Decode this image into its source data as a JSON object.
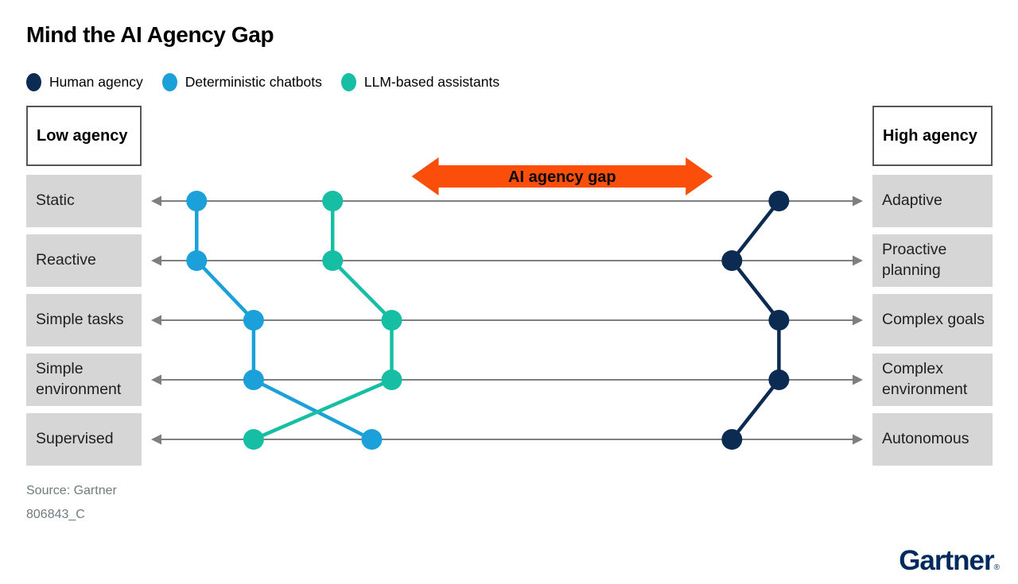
{
  "title": "Mind the AI Agency Gap",
  "headers": {
    "left": "Low agency",
    "right": "High agency"
  },
  "legend": {
    "items": [
      {
        "label": "Human agency",
        "color": "#0B2B52"
      },
      {
        "label": "Deterministic chatbots",
        "color": "#1BA0DA"
      },
      {
        "label": "LLM-based assistants",
        "color": "#16BFA4"
      }
    ]
  },
  "rows": [
    {
      "left": "Static",
      "right": "Adaptive"
    },
    {
      "left": "Reactive",
      "right": "Proactive planning"
    },
    {
      "left": "Simple tasks",
      "right": "Complex goals"
    },
    {
      "left": "Simple environment",
      "right": "Complex environment"
    },
    {
      "left": "Supervised",
      "right": "Autonomous"
    }
  ],
  "colors": {
    "axis": "#7F7F7F",
    "label_box": "#D6D6D6",
    "box_border": "#53565A",
    "source_text": "#6F7C7C",
    "logo_navy": "#00295E"
  },
  "chart_data": {
    "type": "line",
    "variant": "slope-chart-on-parallel-horizontal-axes",
    "title": "Mind the AI Agency Gap",
    "categories_left": [
      "Static",
      "Reactive",
      "Simple tasks",
      "Simple environment",
      "Supervised"
    ],
    "categories_right": [
      "Adaptive",
      "Proactive planning",
      "Complex goals",
      "Complex environment",
      "Autonomous"
    ],
    "value_range": [
      0,
      100
    ],
    "value_meaning": "relative position along each axis from low agency (0) to high agency (100)",
    "grid": false,
    "legend_position": "top-left",
    "series": [
      {
        "name": "Human agency",
        "color": "#0B2B52",
        "values": [
          88.2,
          81.6,
          88.2,
          88.2,
          81.6
        ]
      },
      {
        "name": "Deterministic chatbots",
        "color": "#1BA0DA",
        "values": [
          6.4,
          6.4,
          14.4,
          14.4,
          31.0
        ]
      },
      {
        "name": "LLM-based assistants",
        "color": "#16BFA4",
        "values": [
          25.5,
          25.5,
          33.8,
          33.8,
          14.4
        ]
      }
    ],
    "annotation": {
      "label": "AI agency gap",
      "color": "#FA4E0A",
      "text_color": "#0A0A0A",
      "x_range": [
        36.6,
        78.9
      ]
    }
  },
  "footer": {
    "source": "Source: Gartner",
    "code": "806843_C"
  },
  "logo": {
    "text": "Gartner",
    "registered": "®"
  }
}
